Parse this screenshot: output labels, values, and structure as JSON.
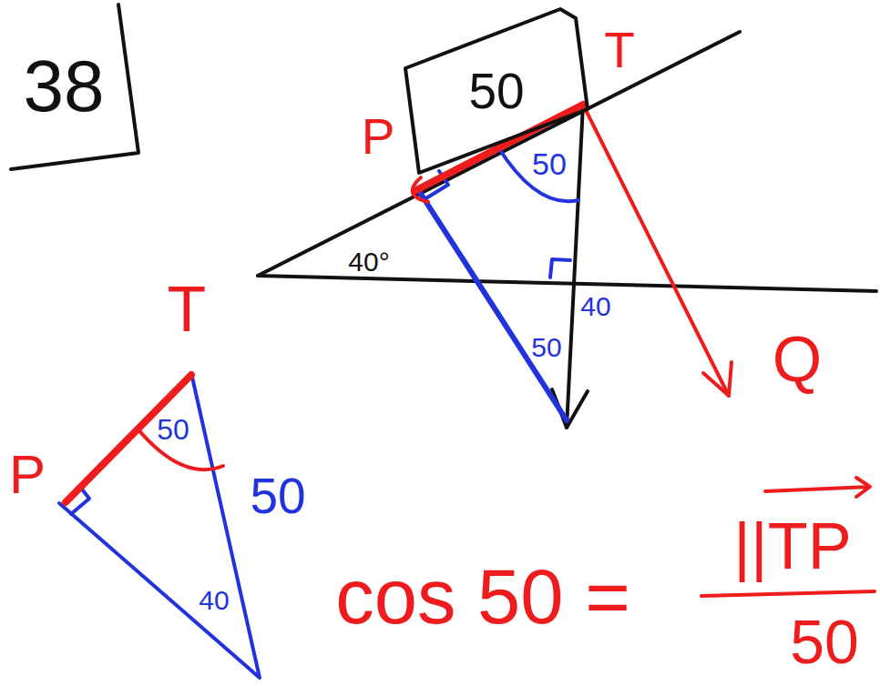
{
  "diagram": {
    "nodes": [
      {
        "text": [
          "50"
        ]
      }
    ],
    "labels": [
      "38",
      "T",
      "P",
      "40°",
      "50",
      "40",
      "50",
      "Q",
      "T",
      "P",
      "50",
      "50",
      "40",
      "cos 50 =",
      "||TP",
      "50"
    ]
  }
}
